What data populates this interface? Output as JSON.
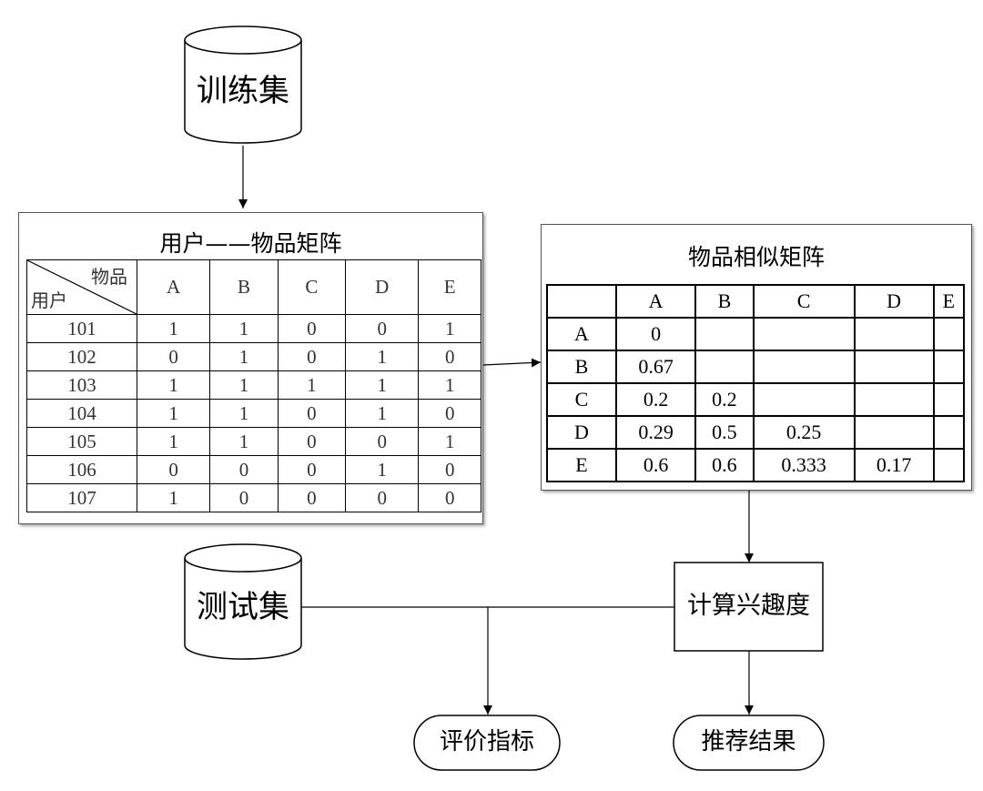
{
  "nodes": {
    "training_set": "训练集",
    "test_set": "测试集",
    "compute_interest": "计算兴趣度",
    "eval_metrics": "评价指标",
    "recommend_result": "推荐结果"
  },
  "user_item_matrix": {
    "title": "用户——物品矩阵",
    "corner_top": "物品",
    "corner_bottom": "用户",
    "columns": [
      "A",
      "B",
      "C",
      "D",
      "E"
    ],
    "rows": [
      {
        "user": "101",
        "values": [
          "1",
          "1",
          "0",
          "0",
          "1"
        ]
      },
      {
        "user": "102",
        "values": [
          "0",
          "1",
          "0",
          "1",
          "0"
        ]
      },
      {
        "user": "103",
        "values": [
          "1",
          "1",
          "1",
          "1",
          "1"
        ]
      },
      {
        "user": "104",
        "values": [
          "1",
          "1",
          "0",
          "1",
          "0"
        ]
      },
      {
        "user": "105",
        "values": [
          "1",
          "1",
          "0",
          "0",
          "1"
        ]
      },
      {
        "user": "106",
        "values": [
          "0",
          "0",
          "0",
          "1",
          "0"
        ]
      },
      {
        "user": "107",
        "values": [
          "1",
          "0",
          "0",
          "0",
          "0"
        ]
      }
    ]
  },
  "item_similarity_matrix": {
    "title": "物品相似矩阵",
    "columns": [
      "A",
      "B",
      "C",
      "D",
      "E"
    ],
    "rows": [
      {
        "item": "A",
        "values": [
          "0",
          "",
          "",
          "",
          ""
        ]
      },
      {
        "item": "B",
        "values": [
          "0.67",
          "",
          "",
          "",
          ""
        ]
      },
      {
        "item": "C",
        "values": [
          "0.2",
          "0.2",
          "",
          "",
          ""
        ]
      },
      {
        "item": "D",
        "values": [
          "0.29",
          "0.5",
          "0.25",
          "",
          ""
        ]
      },
      {
        "item": "E",
        "values": [
          "0.6",
          "0.6",
          "0.333",
          "0.17",
          ""
        ]
      }
    ]
  }
}
